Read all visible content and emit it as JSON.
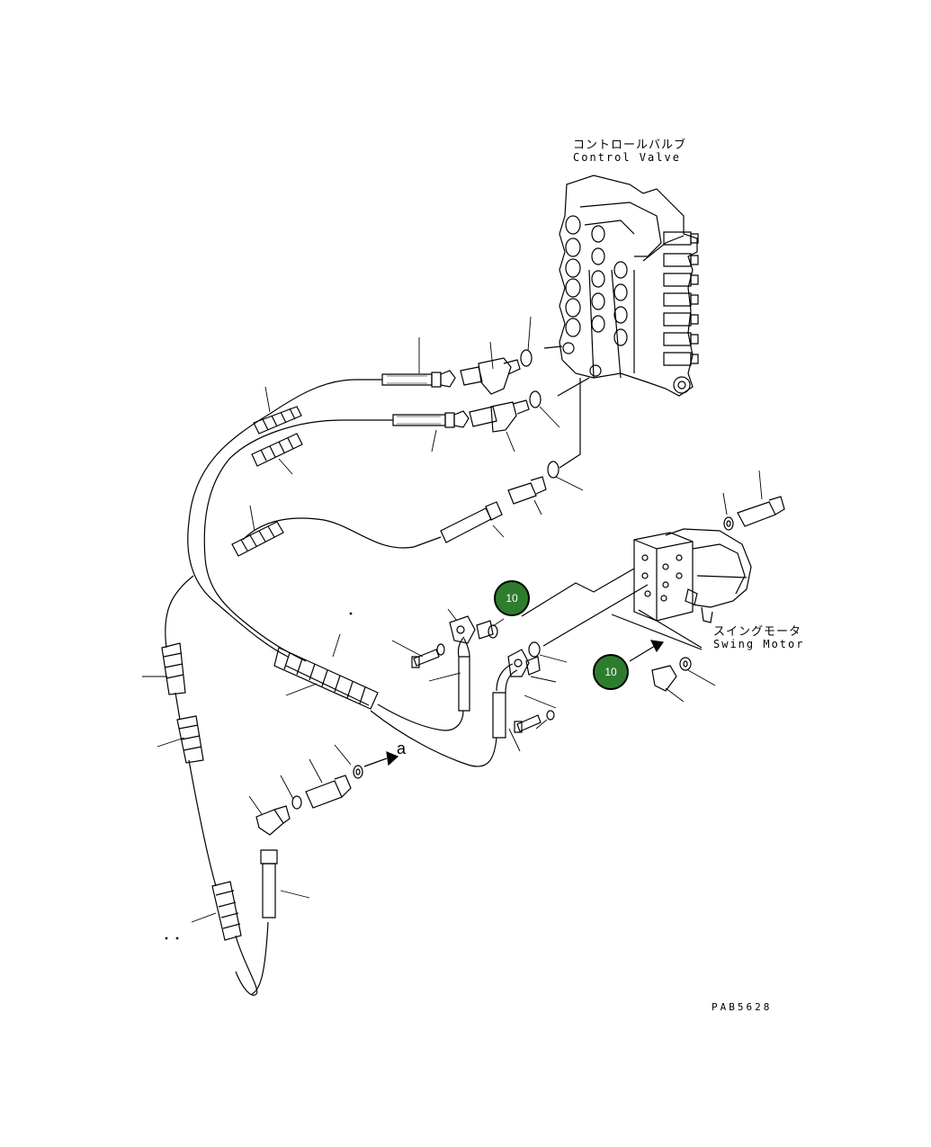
{
  "labels": {
    "control_valve_jp": "コントロールバルブ",
    "control_valve_en": "Control Valve",
    "swing_motor_jp": "スイングモータ",
    "swing_motor_en": "Swing Motor",
    "arrow_a": "a",
    "drawing_number": "PAB5628"
  },
  "callouts": [
    {
      "label": "10"
    },
    {
      "label": "10"
    }
  ],
  "colors": {
    "badge_fill": "#2e7d2e",
    "line": "#000000"
  }
}
